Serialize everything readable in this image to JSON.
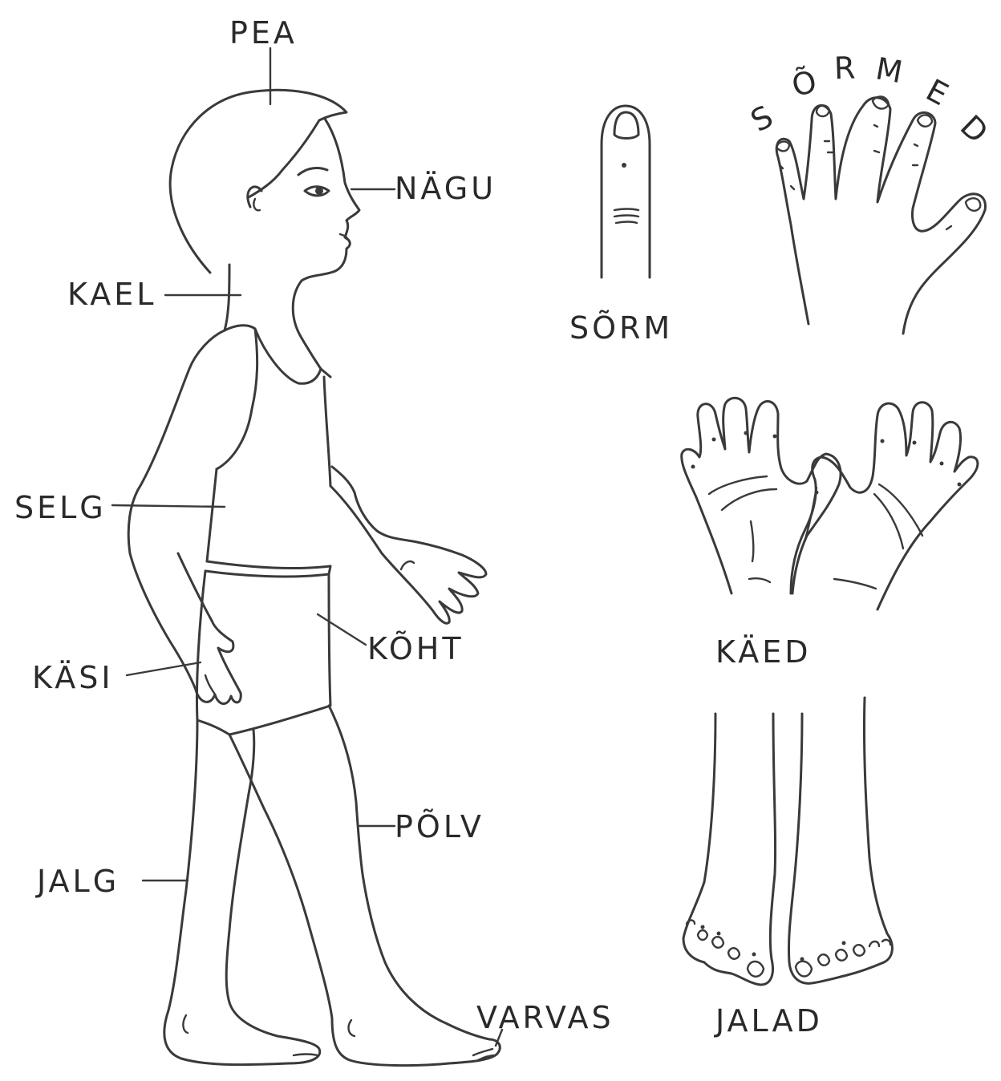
{
  "labels": {
    "head": "PEA",
    "face": "NÄGU",
    "neck": "KAEL",
    "back": "SELG",
    "hand": "KÄSI",
    "belly": "KÕHT",
    "knee": "PÕLV",
    "leg": "JALG",
    "toe": "VARVAS",
    "finger": "SÕRM",
    "fingers": "SÕRMED",
    "hands": "KÄED",
    "feet": "JALAD"
  }
}
